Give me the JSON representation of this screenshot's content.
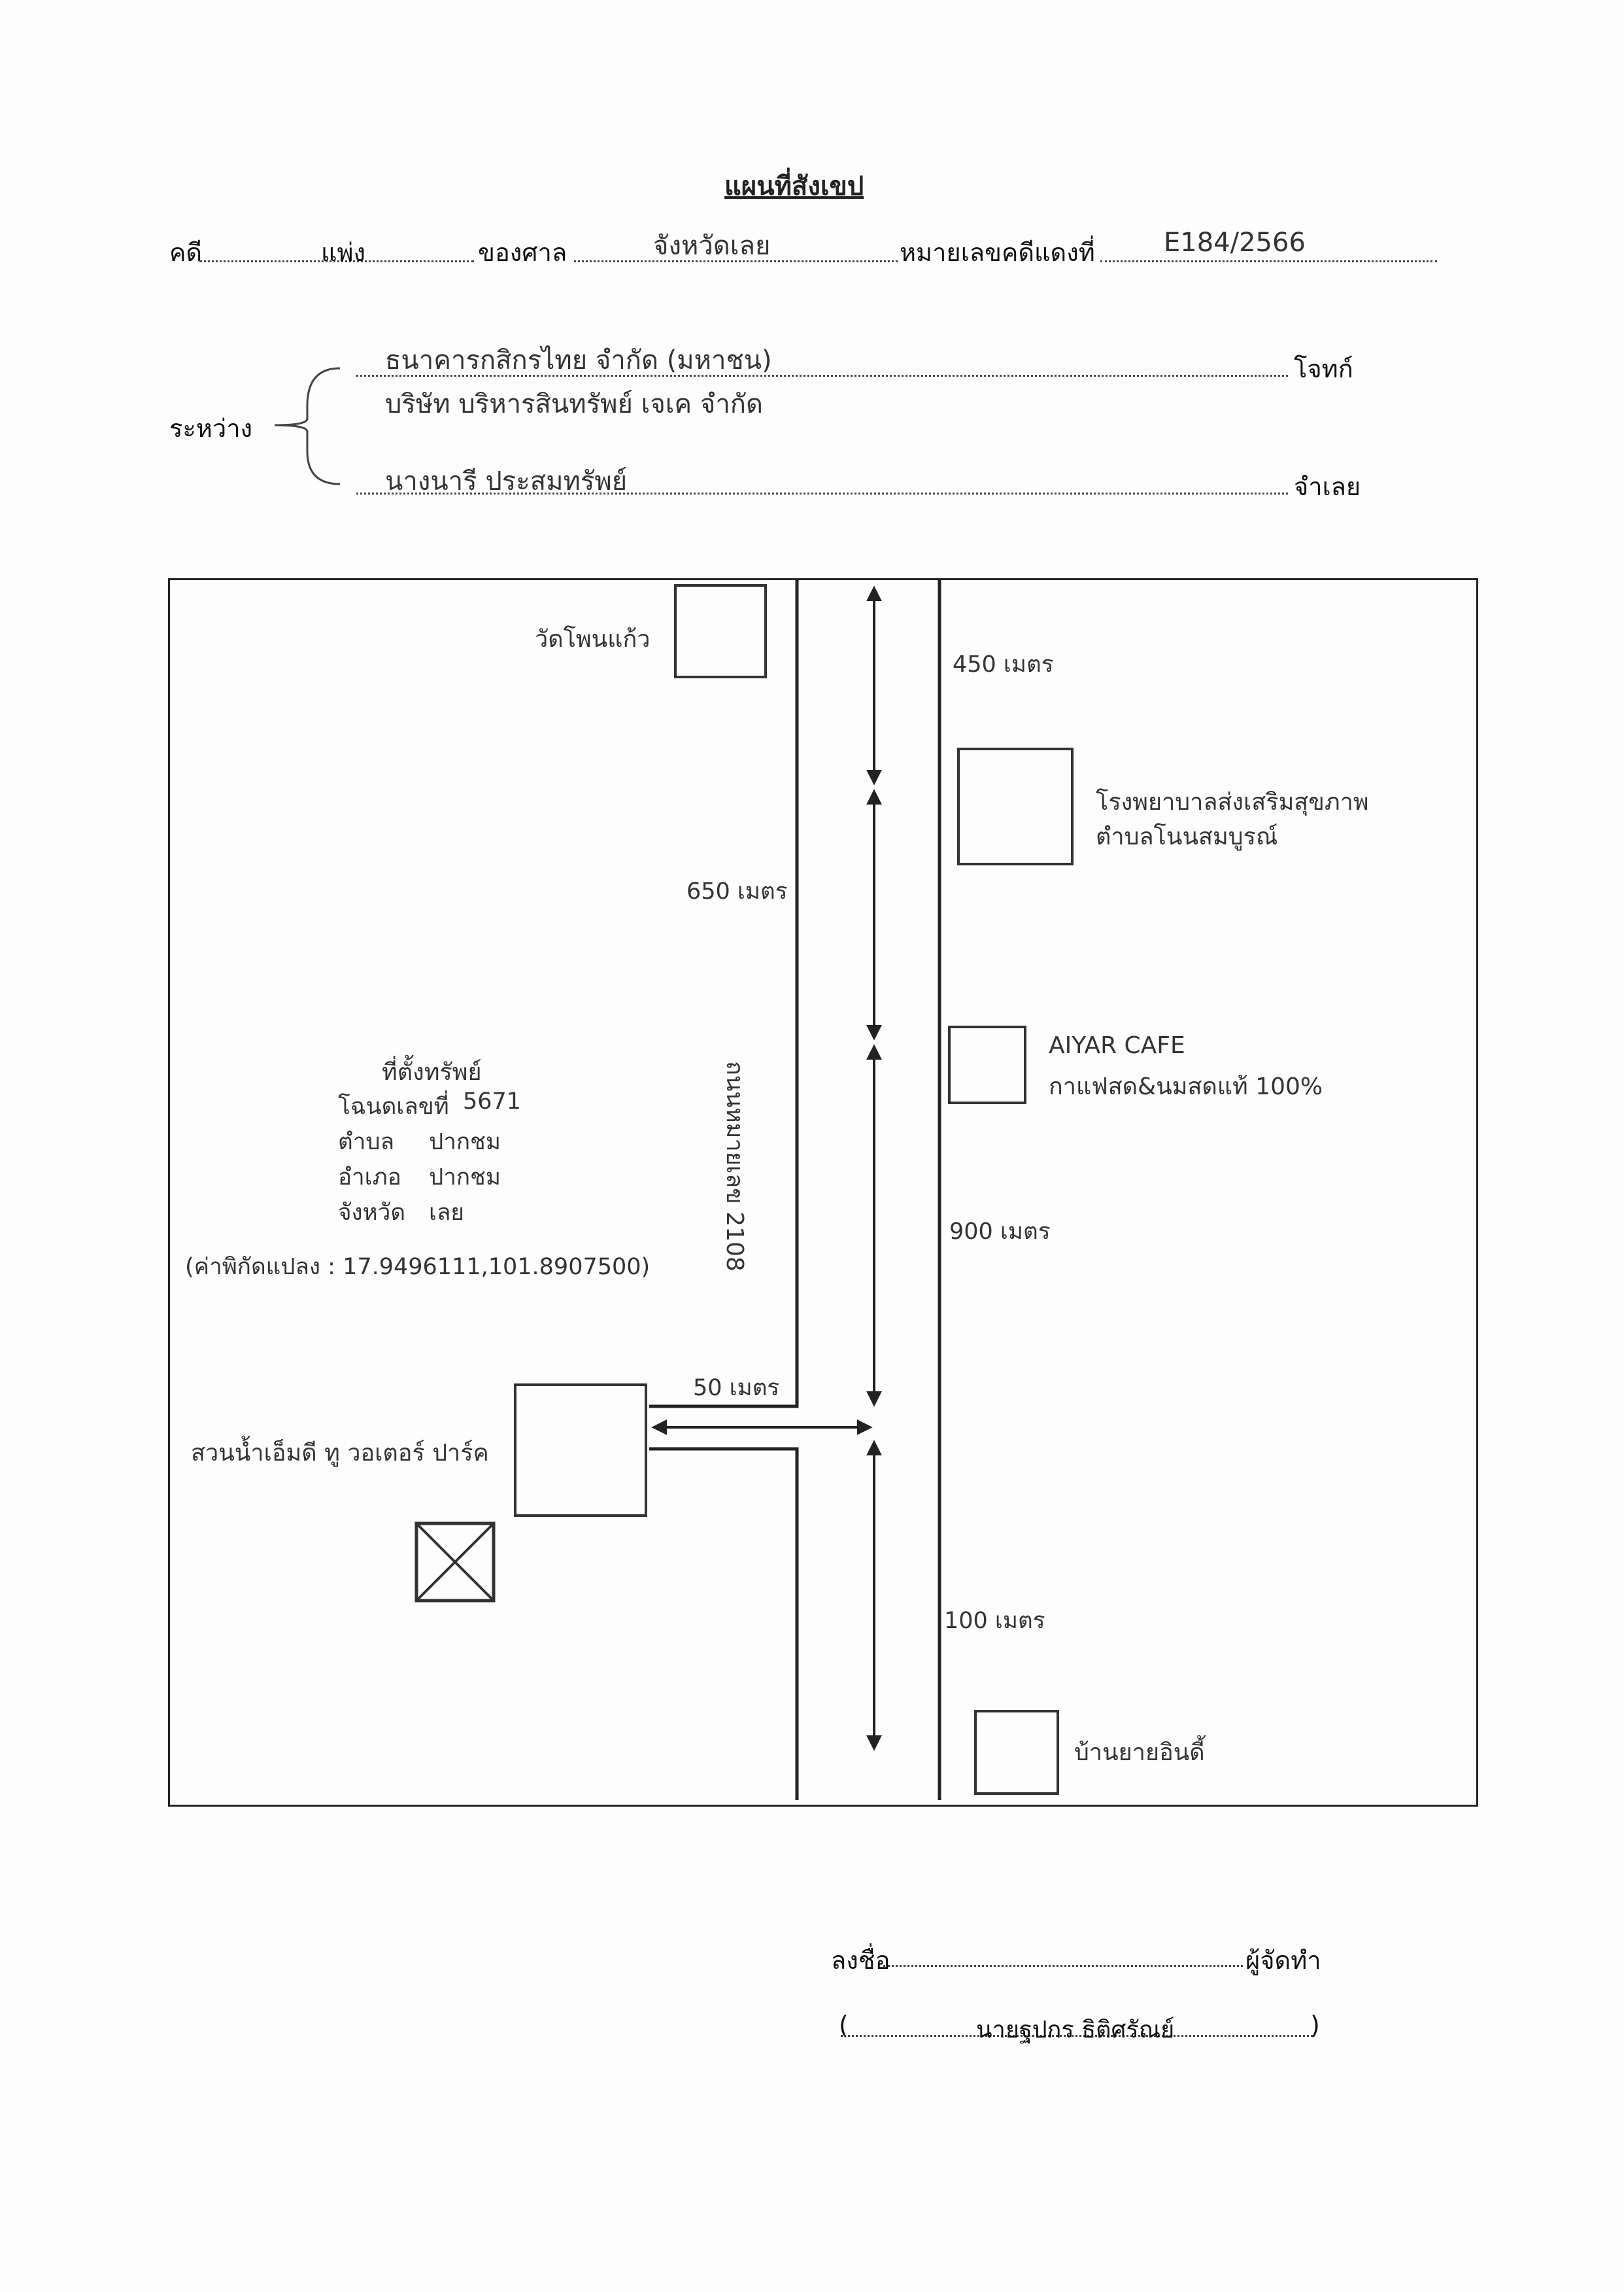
{
  "header": {
    "title": "แผนที่สังเขป",
    "case_label": "คดี",
    "case_type": "แพ่ง",
    "court_label": "ของศาล",
    "court_value": "จังหวัดเลย",
    "red_no_label": "หมายเลขคดีแดงที่",
    "red_no_value": "E184/2566"
  },
  "parties": {
    "between_label": "ระหว่าง",
    "plaintiff_1": "ธนาคารกสิกรไทย จำกัด (มหาชน)",
    "plaintiff_2": "บริษัท บริหารสินทรัพย์ เจเค จำกัด",
    "plaintiff_role": "โจทก์",
    "defendant": "นางนารี ประสมทรัพย์",
    "defendant_role": "จำเลย"
  },
  "map": {
    "road_name": "ถนนหมายเลข 2108",
    "landmarks": {
      "temple": "วัดโพนแก้ว",
      "hospital_line1": "โรงพยาบาลส่งเสริมสุขภาพ",
      "hospital_line2": "ตำบลโนนสมบูรณ์",
      "cafe_line1": "AIYAR CAFE",
      "cafe_line2": "กาแฟสด&นมสดแท้ 100%",
      "waterpark": "สวนน้ำเอ็มดี ทู วอเตอร์ ปาร์ค",
      "house": "บ้านยายอินดี้"
    },
    "distances": {
      "d450": "450 เมตร",
      "d650": "650 เมตร",
      "d900": "900 เมตร",
      "d50": "50 เมตร",
      "d100": "100 เมตร"
    },
    "property": {
      "heading": "ที่ตั้งทรัพย์",
      "deed_label": "โฉนดเลขที่",
      "deed_no": "5671",
      "subdistrict_label": "ตำบล",
      "subdistrict": "ปากชม",
      "district_label": "อำเภอ",
      "district": "ปากชม",
      "province_label": "จังหวัด",
      "province": "เลย",
      "coords": "(ค่าพิกัดแปลง : 17.9496111,101.8907500)"
    }
  },
  "signature": {
    "sign_label": "ลงชื่อ",
    "role": "ผู้จัดทำ",
    "open_paren": "(",
    "name": "นายฐปกร ธิติศรัณย์",
    "close_paren": ")"
  }
}
